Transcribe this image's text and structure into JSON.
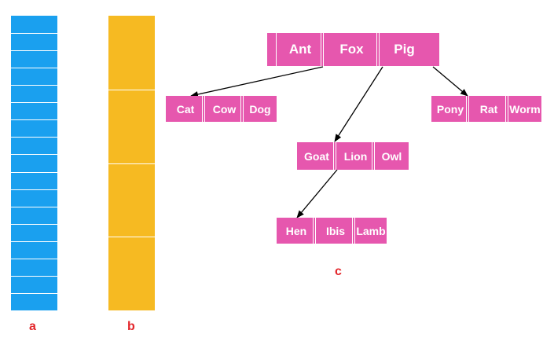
{
  "captions": {
    "a": "a",
    "b": "b",
    "c": "c"
  },
  "column_a": {
    "segments": 17,
    "color": "#1aa0ef"
  },
  "column_b": {
    "segments": 4,
    "color": "#f6ba22"
  },
  "tree": {
    "node_color": "#e657ae",
    "root": [
      "Ant",
      "Fox",
      "Pig"
    ],
    "left": [
      "Cat",
      "Cow",
      "Dog"
    ],
    "middle": [
      "Goat",
      "Lion",
      "Owl"
    ],
    "right": [
      "Pony",
      "Rat",
      "Worm"
    ],
    "bottom": [
      "Hen",
      "Ibis",
      "Lamb"
    ]
  },
  "caption_color": "#e3262b"
}
